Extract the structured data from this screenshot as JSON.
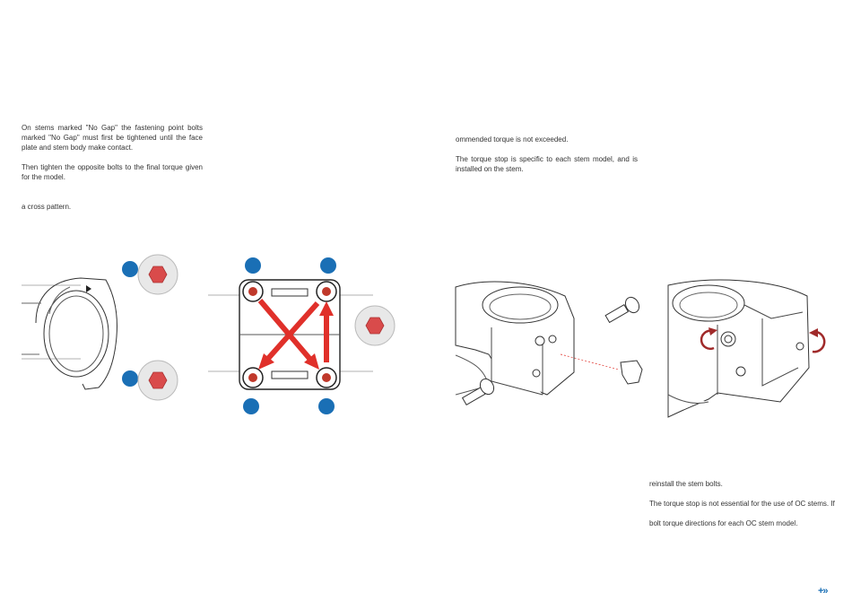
{
  "left_text": {
    "p1": "On stems marked \"No Gap\" the fastening point bolts marked \"No Gap\" must first be tightened until the face plate and stem body make contact.",
    "p2": "Then tighten the opposite bolts to the final torque given for the model.",
    "p3": "a cross pattern."
  },
  "mid_text": {
    "p1": "ommended torque is not exceeded.",
    "p2": "The torque stop is specific to each stem model, and is installed on the stem."
  },
  "right_text": {
    "p1": "reinstall the stem bolts.",
    "p2": "The torque stop is not essential for the use of OC stems. If",
    "p3": "bolt torque directions for each OC stem model."
  },
  "nav": {
    "next_symbol": "+»"
  },
  "colors": {
    "marker_blue": "#1a6fb5",
    "bolt_red": "#d94b4b",
    "arrow_red": "#e0302a",
    "rotate_red": "#a02a2a"
  }
}
